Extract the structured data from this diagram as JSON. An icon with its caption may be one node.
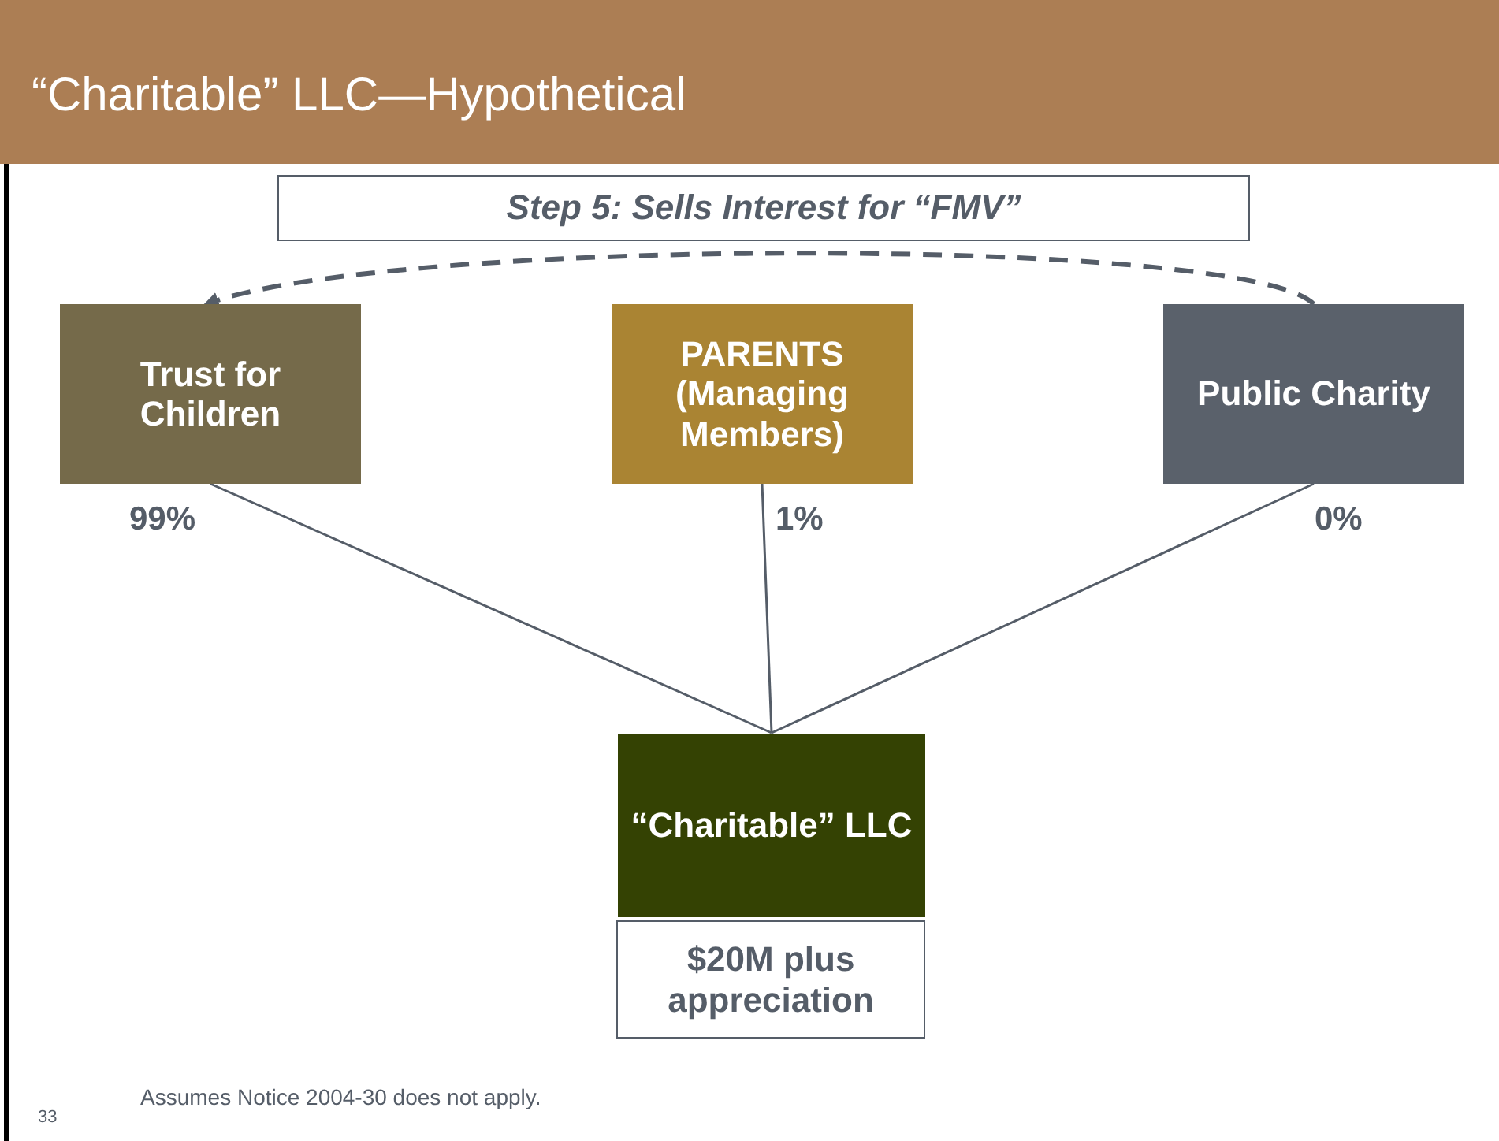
{
  "diagram": {
    "title": "“Charitable” LLC—Hypothetical",
    "nodes": [
      {
        "text": [
          "Step 5: Sells Interest for “FMV”"
        ]
      },
      {
        "text": [
          "Trust for Children"
        ],
        "beside": [
          "99%"
        ]
      },
      {
        "text": [
          "PARENTS (Managing Members)"
        ],
        "beside": [
          "1%"
        ]
      },
      {
        "text": [
          "Public Charity"
        ],
        "beside": [
          "0%"
        ]
      },
      {
        "text": [
          "“Charitable” LLC"
        ]
      },
      {
        "text": [
          "$20M plus appreciation"
        ]
      }
    ],
    "edges": [
      {
        "from": 3,
        "to": 1,
        "arrow": "to",
        "style": "dashed"
      },
      {
        "from": 1,
        "to": 4,
        "arrow": "none"
      },
      {
        "from": 2,
        "to": 4,
        "arrow": "none"
      },
      {
        "from": 3,
        "to": 4,
        "arrow": "none"
      }
    ],
    "labels": [
      "Assumes Notice 2004-30 does not apply.",
      "33"
    ]
  }
}
